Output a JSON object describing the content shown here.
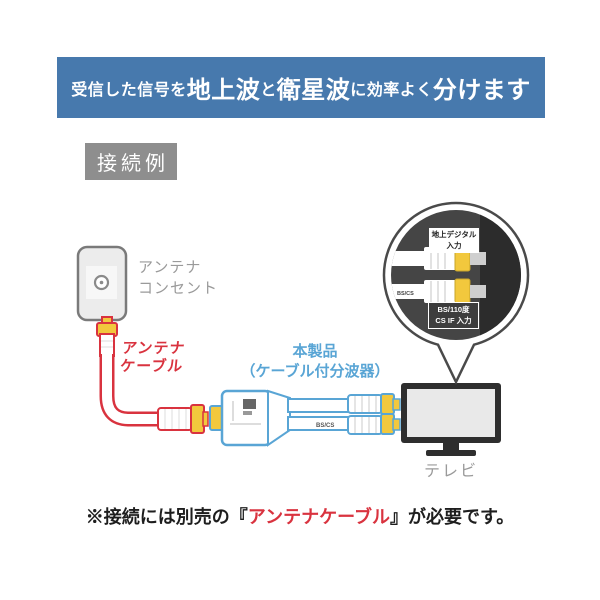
{
  "header": {
    "segments": [
      {
        "text": "受信した信号を"
      },
      {
        "text": "地上波"
      },
      {
        "text": "と"
      },
      {
        "text": "衛星波"
      },
      {
        "text": "に効率よく"
      },
      {
        "text": "分けます"
      }
    ]
  },
  "section_label": "接続例",
  "diagram": {
    "outlet_label": "アンテナ\nコンセント",
    "cable_label": "アンテナ\nケーブル",
    "product_label": "本製品\n（ケーブル付分波器）",
    "tv_label": "テレビ",
    "bs_cs_print": "BS/CS",
    "callout": {
      "terrestrial_label": "地上デジタル\n入力",
      "satellite_label": "BS/110度\nCS IF 入力"
    }
  },
  "footnote": {
    "prefix": "※接続には別売の『",
    "highlight": "アンテナケーブル",
    "suffix": "』が必要です。"
  },
  "colors": {
    "banner_blue": "#4779ad",
    "product_blue": "#59a5d5",
    "cable_red": "#d9333f",
    "connector_yellow": "#f2c83d",
    "panel_dark": "#454545",
    "label_gray": "#9a9a9a"
  }
}
